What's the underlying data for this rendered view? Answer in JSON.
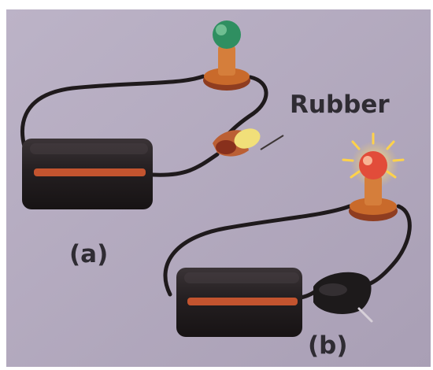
{
  "labels": {
    "material": "Rubber",
    "figure_a": "(a)",
    "figure_b": "(b)"
  },
  "colors": {
    "background": "#b3a9bf",
    "battery_body": "#2a2326",
    "battery_band": "#c3542f",
    "wire": "#1f1a1c",
    "bulb_off": "#2f8f61",
    "bulb_on": "#e24c3a",
    "glow": "#ffd24a",
    "bulb_base": "#c96a2b",
    "rubber": "#f1df79",
    "clip": "#bb5f34",
    "switch_black": "#1d1a1b"
  },
  "icons": {
    "bulb_off": "unlit-bulb-icon",
    "bulb_on": "lit-bulb-icon",
    "battery": "battery-cell-icon"
  }
}
